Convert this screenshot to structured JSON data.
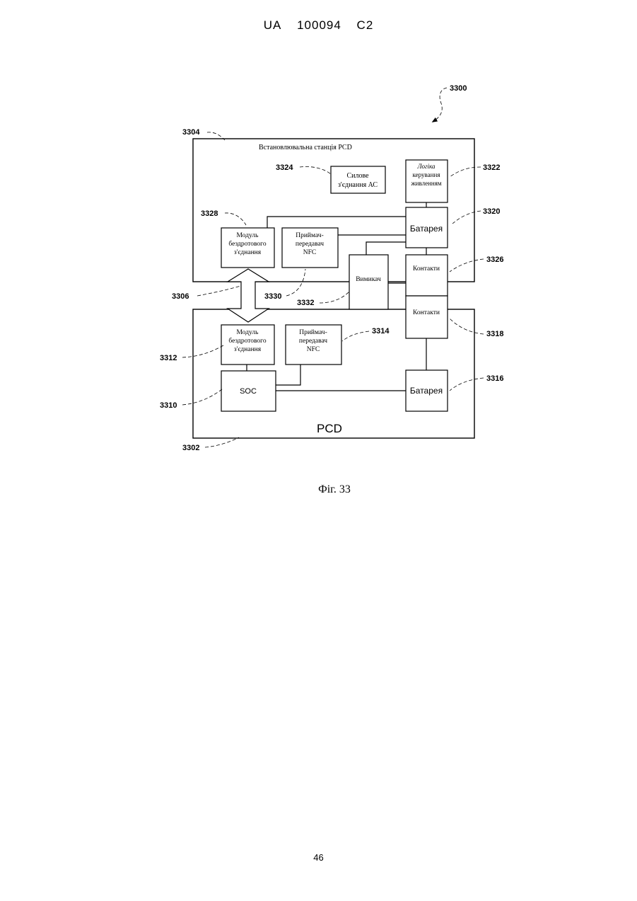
{
  "header": {
    "country": "UA",
    "number": "100094",
    "kind": "C2"
  },
  "diagram": {
    "figure_ref": "3300",
    "station": {
      "ref": "3304",
      "title": "Встановлювальна станція PCD",
      "ac_power": {
        "ref": "3324",
        "line1": "Силове",
        "line2": "з'єднання АС"
      },
      "power_logic": {
        "ref": "3322",
        "line1": "Логіка",
        "line2": "керування",
        "line3": "живленням"
      },
      "battery": {
        "ref": "3320",
        "label": "Батарея"
      },
      "wireless": {
        "ref": "3328",
        "line1": "Модуль",
        "line2": "бездротового",
        "line3": "з'єднання"
      },
      "nfc": {
        "ref": "3330",
        "line1": "Приймач-",
        "line2": "передавач",
        "line3": "NFC"
      },
      "switch": {
        "ref": "3332",
        "label": "Вимикач"
      },
      "contacts": {
        "ref": "3326",
        "label": "Контакти"
      }
    },
    "link_ref": "3306",
    "pcd": {
      "ref": "3302",
      "title": "PCD",
      "wireless": {
        "ref": "3312",
        "line1": "Модуль",
        "line2": "бездротового",
        "line3": "з'єднання"
      },
      "nfc": {
        "ref": "3314",
        "line1": "Приймач-",
        "line2": "передавач",
        "line3": "NFC"
      },
      "soc": {
        "ref": "3310",
        "label": "SOC"
      },
      "battery": {
        "ref": "3316",
        "label": "Батарея"
      },
      "contacts": {
        "ref": "3318",
        "label": "Контакти"
      }
    },
    "caption": "Фіг. 33"
  },
  "page_number": "46"
}
